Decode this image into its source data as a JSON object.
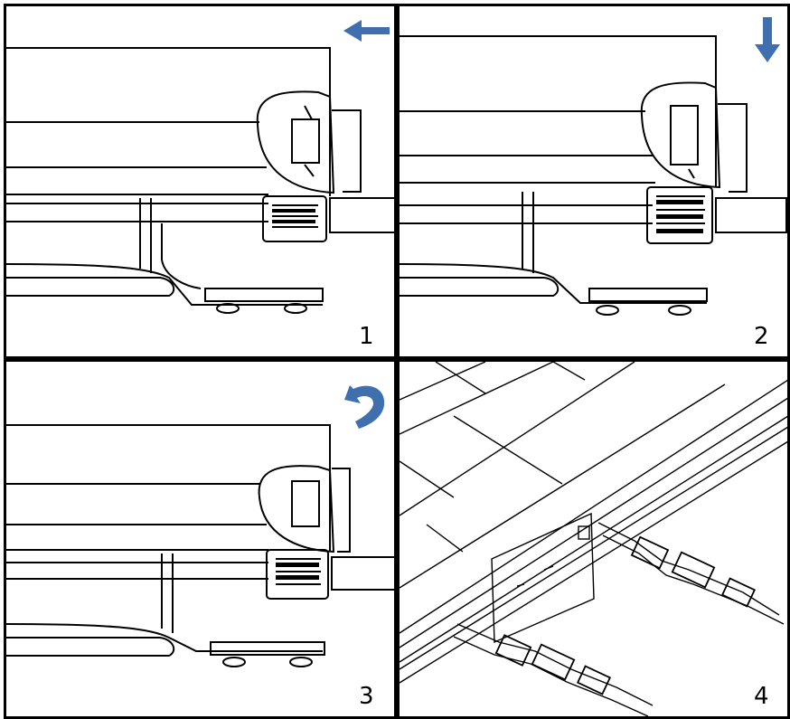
{
  "panels": [
    {
      "step": "1",
      "arrow": "arrow-left-icon"
    },
    {
      "step": "2",
      "arrow": "arrow-down-icon"
    },
    {
      "step": "3",
      "arrow": "arrow-rotate-icon"
    },
    {
      "step": "4",
      "arrow": ""
    }
  ],
  "colors": {
    "arrow": "#3f6fae",
    "line": "#000000",
    "border": "#000000",
    "background": "#ffffff"
  }
}
